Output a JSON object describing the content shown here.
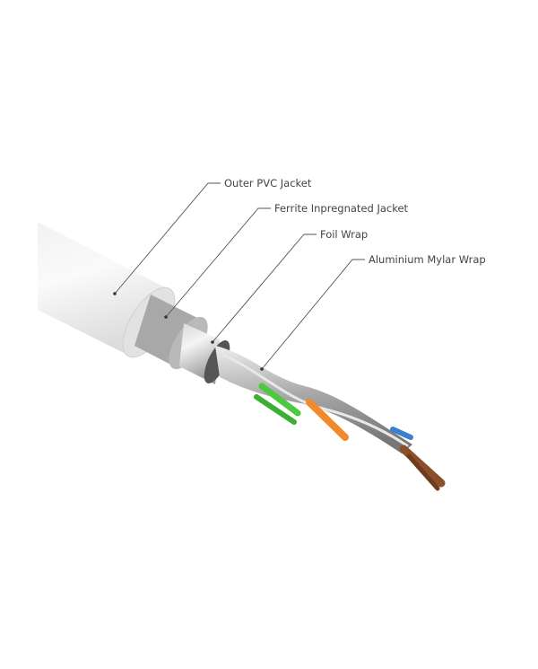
{
  "labels": {
    "outer_jacket": "Outer PVC Jacket",
    "ferrite_jacket": "Ferrite Inpregnated Jacket",
    "foil_wrap": "Foil Wrap",
    "mylar_wrap": "Aluminium Mylar Wrap"
  },
  "colors": {
    "jacket": "#ebebeb",
    "ferrite": "#a9a9a9",
    "foil": "#c9c9c9",
    "green": "#4cc93f",
    "orange": "#f08a2a",
    "blue": "#3a7fd0",
    "brown": "#8b4f2a"
  }
}
